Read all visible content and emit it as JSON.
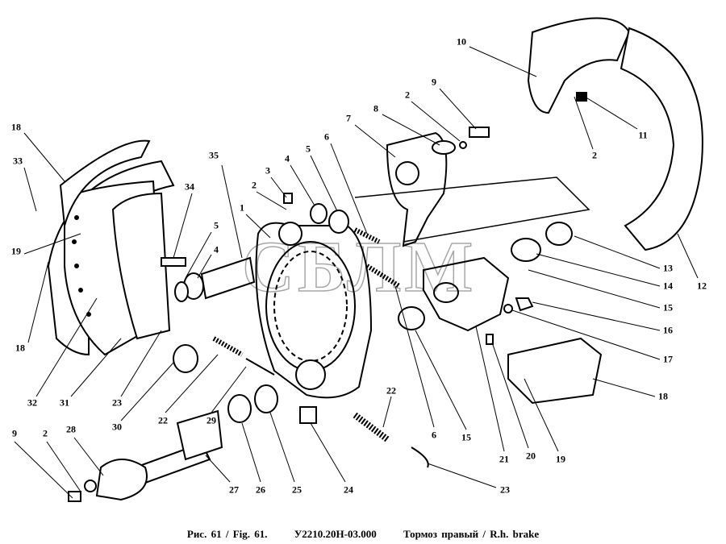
{
  "watermark": "СБЛМ",
  "callouts": [
    "10",
    "9",
    "2",
    "8",
    "7",
    "11",
    "2",
    "6",
    "5",
    "4",
    "3",
    "2",
    "35",
    "34",
    "1",
    "18",
    "33",
    "19",
    "5",
    "4",
    "18",
    "32",
    "31",
    "23",
    "30",
    "22",
    "29",
    "13",
    "14",
    "15",
    "16",
    "17",
    "12",
    "18",
    "19",
    "20",
    "21",
    "15",
    "6",
    "22",
    "9",
    "2",
    "28",
    "27",
    "26",
    "25",
    "24",
    "23"
  ],
  "caption": {
    "figure": "Рис. 61 / Fig. 61.",
    "code": "У2210.20Н-03.000",
    "title": "Тормоз правый / R.h. brake"
  }
}
